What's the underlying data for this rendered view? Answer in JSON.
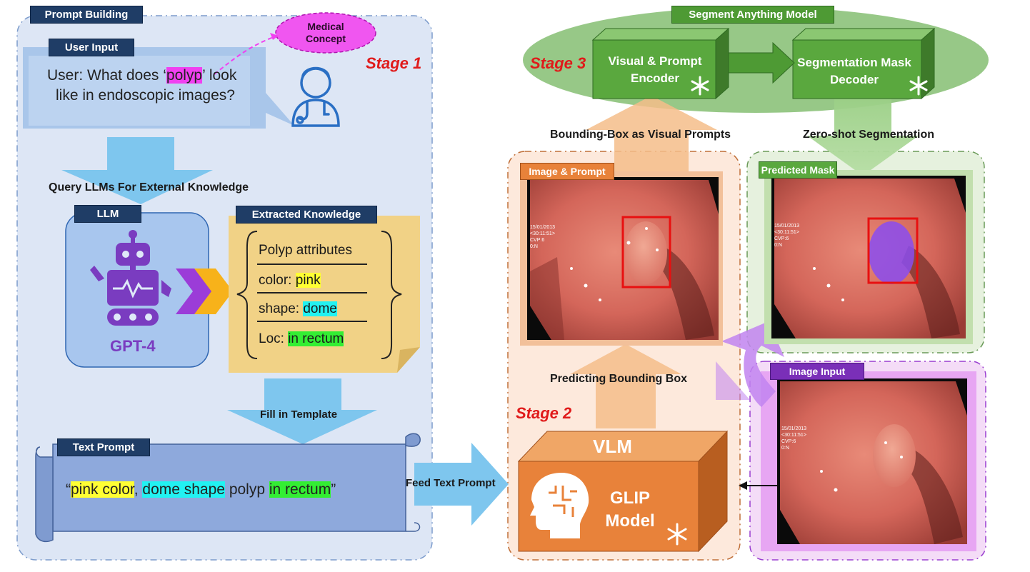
{
  "stage1": {
    "panel_label": "Prompt Building",
    "stage_label": "Stage 1",
    "user_input_label": "User Input",
    "medical_concept_label": "Medical\nConcept",
    "question_part1": "User: What does ‘",
    "question_highlight": "polyp",
    "question_part2": "’ look",
    "question_line2": "like in endoscopic images?",
    "query_label": "Query LLMs For External Knowledge",
    "llm_label": "LLM",
    "gpt_label": "GPT-4",
    "knowledge_label": "Extracted Knowledge",
    "knowledge": {
      "heading": "Polyp attributes",
      "color_key": "color: ",
      "color_value": "pink",
      "shape_key": "shape: ",
      "shape_value": "dome",
      "loc_key": "Loc: ",
      "loc_value": "in rectum"
    },
    "fill_label": "Fill in Template",
    "text_prompt_label": "Text Prompt",
    "prompt": {
      "open_quote": "“",
      "part1": "pink color",
      "sep1": ", ",
      "part2": "dome shape",
      "mid": " polyp ",
      "part3": "in rectum",
      "close_quote": "”"
    },
    "feed_label": "Feed Text Prompt"
  },
  "stage2": {
    "stage_label": "Stage 2",
    "image_prompt_label": "Image & Prompt",
    "predicting_label": "Predicting Bounding Box",
    "vlm_label": "VLM",
    "glip_label": "GLIP\nModel",
    "image_input_label": "Image Input",
    "overlay_text": "15/01/2013\n<30:11:51>\nCVP:6\n0:N"
  },
  "stage3": {
    "stage_label": "Stage 3",
    "sam_label": "Segment Anything Model",
    "encoder_label": "Visual & Prompt\nEncoder",
    "decoder_label": "Segmentation Mask\nDecoder",
    "bbox_label": "Bounding-Box as Visual Prompts",
    "zeroshot_label": "Zero-shot Segmentation",
    "predicted_mask_label": "Predicted Mask"
  },
  "colors": {
    "stage1_panel": "#dde6f5",
    "stage2_panel": "#fde9dc",
    "stage3_ellipse": "#8cc27a",
    "green_box": "#5aa83e",
    "orange_box": "#e8823a",
    "purple": "#8f3fd0",
    "stage_red": "#e01a1a",
    "tag_navy": "#1f3d66"
  }
}
